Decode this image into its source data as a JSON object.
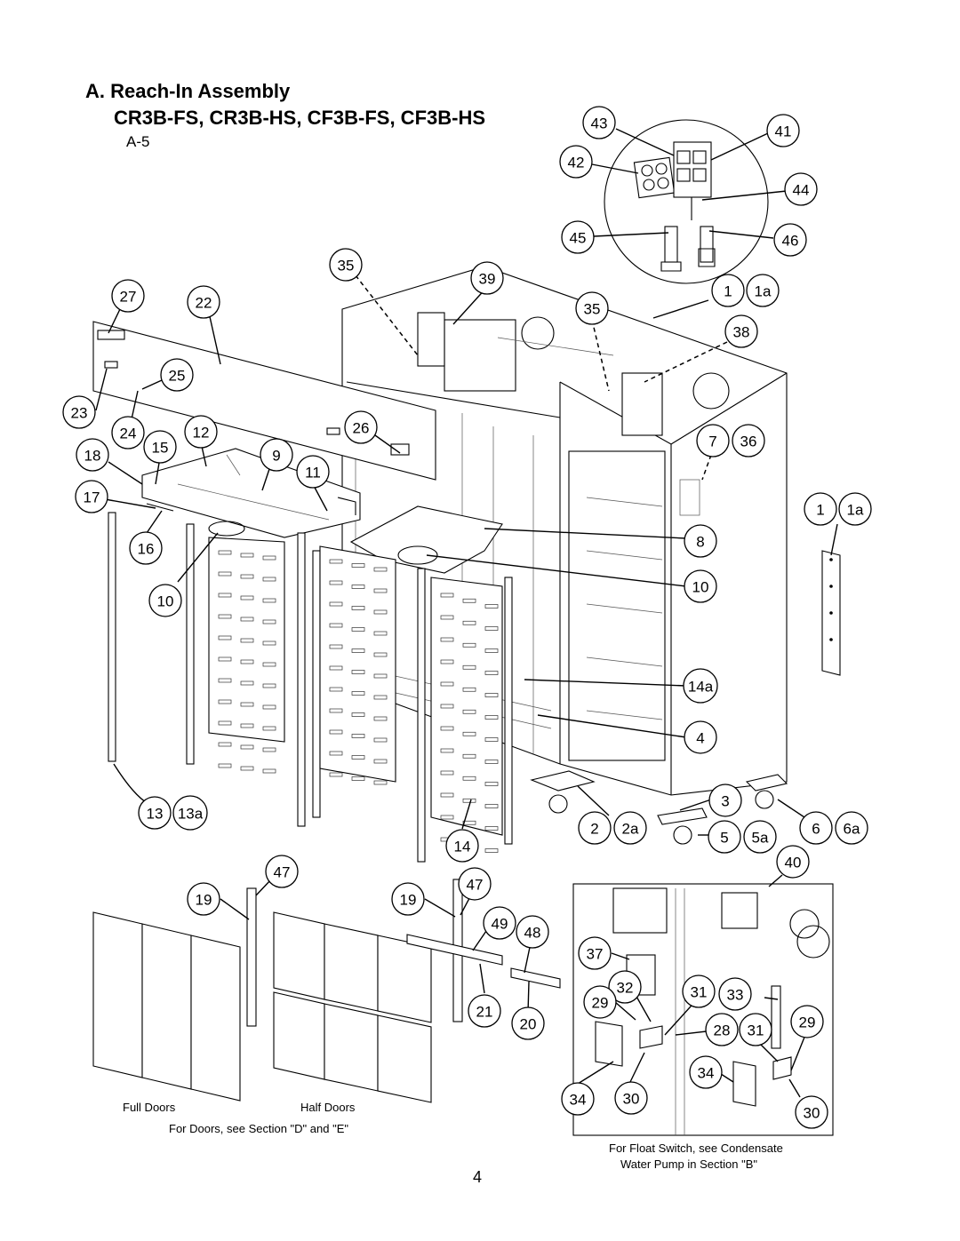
{
  "header": {
    "title": "A. Reach-In Assembly",
    "models": "CR3B-FS, CR3B-HS, CF3B-FS, CF3B-HS",
    "diagram_id": "A-5"
  },
  "callouts": [
    {
      "id": "c43",
      "label": "43"
    },
    {
      "id": "c41",
      "label": "41"
    },
    {
      "id": "c42",
      "label": "42"
    },
    {
      "id": "c44",
      "label": "44"
    },
    {
      "id": "c45",
      "label": "45"
    },
    {
      "id": "c46",
      "label": "46"
    },
    {
      "id": "c35a",
      "label": "35"
    },
    {
      "id": "c39",
      "label": "39"
    },
    {
      "id": "c27",
      "label": "27"
    },
    {
      "id": "c22",
      "label": "22"
    },
    {
      "id": "c1a",
      "label": "1"
    },
    {
      "id": "c1aa",
      "label": "1a"
    },
    {
      "id": "c35b",
      "label": "35"
    },
    {
      "id": "c38",
      "label": "38"
    },
    {
      "id": "c25",
      "label": "25"
    },
    {
      "id": "c23",
      "label": "23"
    },
    {
      "id": "c24",
      "label": "24"
    },
    {
      "id": "c12",
      "label": "12"
    },
    {
      "id": "c26",
      "label": "26"
    },
    {
      "id": "c15",
      "label": "15"
    },
    {
      "id": "c18",
      "label": "18"
    },
    {
      "id": "c9",
      "label": "9"
    },
    {
      "id": "c11",
      "label": "11"
    },
    {
      "id": "c7",
      "label": "7"
    },
    {
      "id": "c36",
      "label": "36"
    },
    {
      "id": "c17",
      "label": "17"
    },
    {
      "id": "c1b",
      "label": "1"
    },
    {
      "id": "c1ab",
      "label": "1a"
    },
    {
      "id": "c16",
      "label": "16"
    },
    {
      "id": "c8",
      "label": "8"
    },
    {
      "id": "c10a",
      "label": "10"
    },
    {
      "id": "c10b",
      "label": "10"
    },
    {
      "id": "c14a",
      "label": "14a"
    },
    {
      "id": "c4",
      "label": "4"
    },
    {
      "id": "c3",
      "label": "3"
    },
    {
      "id": "c13",
      "label": "13"
    },
    {
      "id": "c13a",
      "label": "13a"
    },
    {
      "id": "c2",
      "label": "2"
    },
    {
      "id": "c2a",
      "label": "2a"
    },
    {
      "id": "c6",
      "label": "6"
    },
    {
      "id": "c6a",
      "label": "6a"
    },
    {
      "id": "c5",
      "label": "5"
    },
    {
      "id": "c5a",
      "label": "5a"
    },
    {
      "id": "c14",
      "label": "14"
    },
    {
      "id": "c40",
      "label": "40"
    },
    {
      "id": "c47a",
      "label": "47"
    },
    {
      "id": "c19a",
      "label": "19"
    },
    {
      "id": "c19b",
      "label": "19"
    },
    {
      "id": "c47b",
      "label": "47"
    },
    {
      "id": "c49",
      "label": "49"
    },
    {
      "id": "c48",
      "label": "48"
    },
    {
      "id": "c37",
      "label": "37"
    },
    {
      "id": "c32",
      "label": "32"
    },
    {
      "id": "c31a",
      "label": "31"
    },
    {
      "id": "c33",
      "label": "33"
    },
    {
      "id": "c29a",
      "label": "29"
    },
    {
      "id": "c21",
      "label": "21"
    },
    {
      "id": "c20",
      "label": "20"
    },
    {
      "id": "c28",
      "label": "28"
    },
    {
      "id": "c31b",
      "label": "31"
    },
    {
      "id": "c29b",
      "label": "29"
    },
    {
      "id": "c34a",
      "label": "34"
    },
    {
      "id": "c34b",
      "label": "34"
    },
    {
      "id": "c30a",
      "label": "30"
    },
    {
      "id": "c30b",
      "label": "30"
    }
  ],
  "captions": {
    "full_doors": "Full Doors",
    "half_doors": "Half Doors",
    "doors_note": "For Doors, see Section \"D\" and \"E\"",
    "float_note_1": "For Float Switch, see Condensate",
    "float_note_2": "Water Pump in Section \"B\""
  },
  "page_number": "4"
}
